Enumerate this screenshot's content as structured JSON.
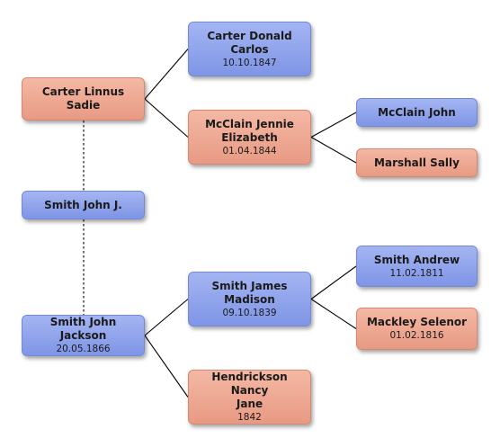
{
  "nodes": {
    "carter_linnus_sadie": {
      "name": "Carter Linnus\nSadie",
      "date": "",
      "sex": "female"
    },
    "carter_donald_carlos": {
      "name": "Carter Donald\nCarlos",
      "date": "10.10.1847",
      "sex": "male"
    },
    "mcclain_jennie_elizabeth": {
      "name": "McClain Jennie\nElizabeth",
      "date": "01.04.1844",
      "sex": "female"
    },
    "mcclain_john": {
      "name": "McClain John",
      "date": "",
      "sex": "male"
    },
    "marshall_sally": {
      "name": "Marshall Sally",
      "date": "",
      "sex": "female"
    },
    "smith_john_j": {
      "name": "Smith John J.",
      "date": "",
      "sex": "male"
    },
    "smith_james_madison": {
      "name": "Smith James\nMadison",
      "date": "09.10.1839",
      "sex": "male"
    },
    "smith_andrew": {
      "name": "Smith Andrew",
      "date": "11.02.1811",
      "sex": "male"
    },
    "mackley_selenor": {
      "name": "Mackley Selenor",
      "date": "01.02.1816",
      "sex": "female"
    },
    "smith_john_jackson": {
      "name": "Smith John Jackson",
      "date": "20.05.1866",
      "sex": "male"
    },
    "hendrickson_nancy_jane": {
      "name": "Hendrickson Nancy\nJane",
      "date": "1842",
      "sex": "female"
    }
  },
  "parent_links": [
    [
      "carter_linnus_sadie",
      "carter_donald_carlos"
    ],
    [
      "carter_linnus_sadie",
      "mcclain_jennie_elizabeth"
    ],
    [
      "mcclain_jennie_elizabeth",
      "mcclain_john"
    ],
    [
      "mcclain_jennie_elizabeth",
      "marshall_sally"
    ],
    [
      "smith_john_jackson",
      "smith_james_madison"
    ],
    [
      "smith_john_jackson",
      "hendrickson_nancy_jane"
    ],
    [
      "smith_james_madison",
      "smith_andrew"
    ],
    [
      "smith_james_madison",
      "mackley_selenor"
    ]
  ],
  "marriage_links": [
    [
      "carter_linnus_sadie",
      "smith_john_j"
    ],
    [
      "smith_john_j",
      "smith_john_jackson"
    ]
  ],
  "colors": {
    "male": "#8b9feb",
    "female": "#ee a48e",
    "line": "#000000"
  }
}
